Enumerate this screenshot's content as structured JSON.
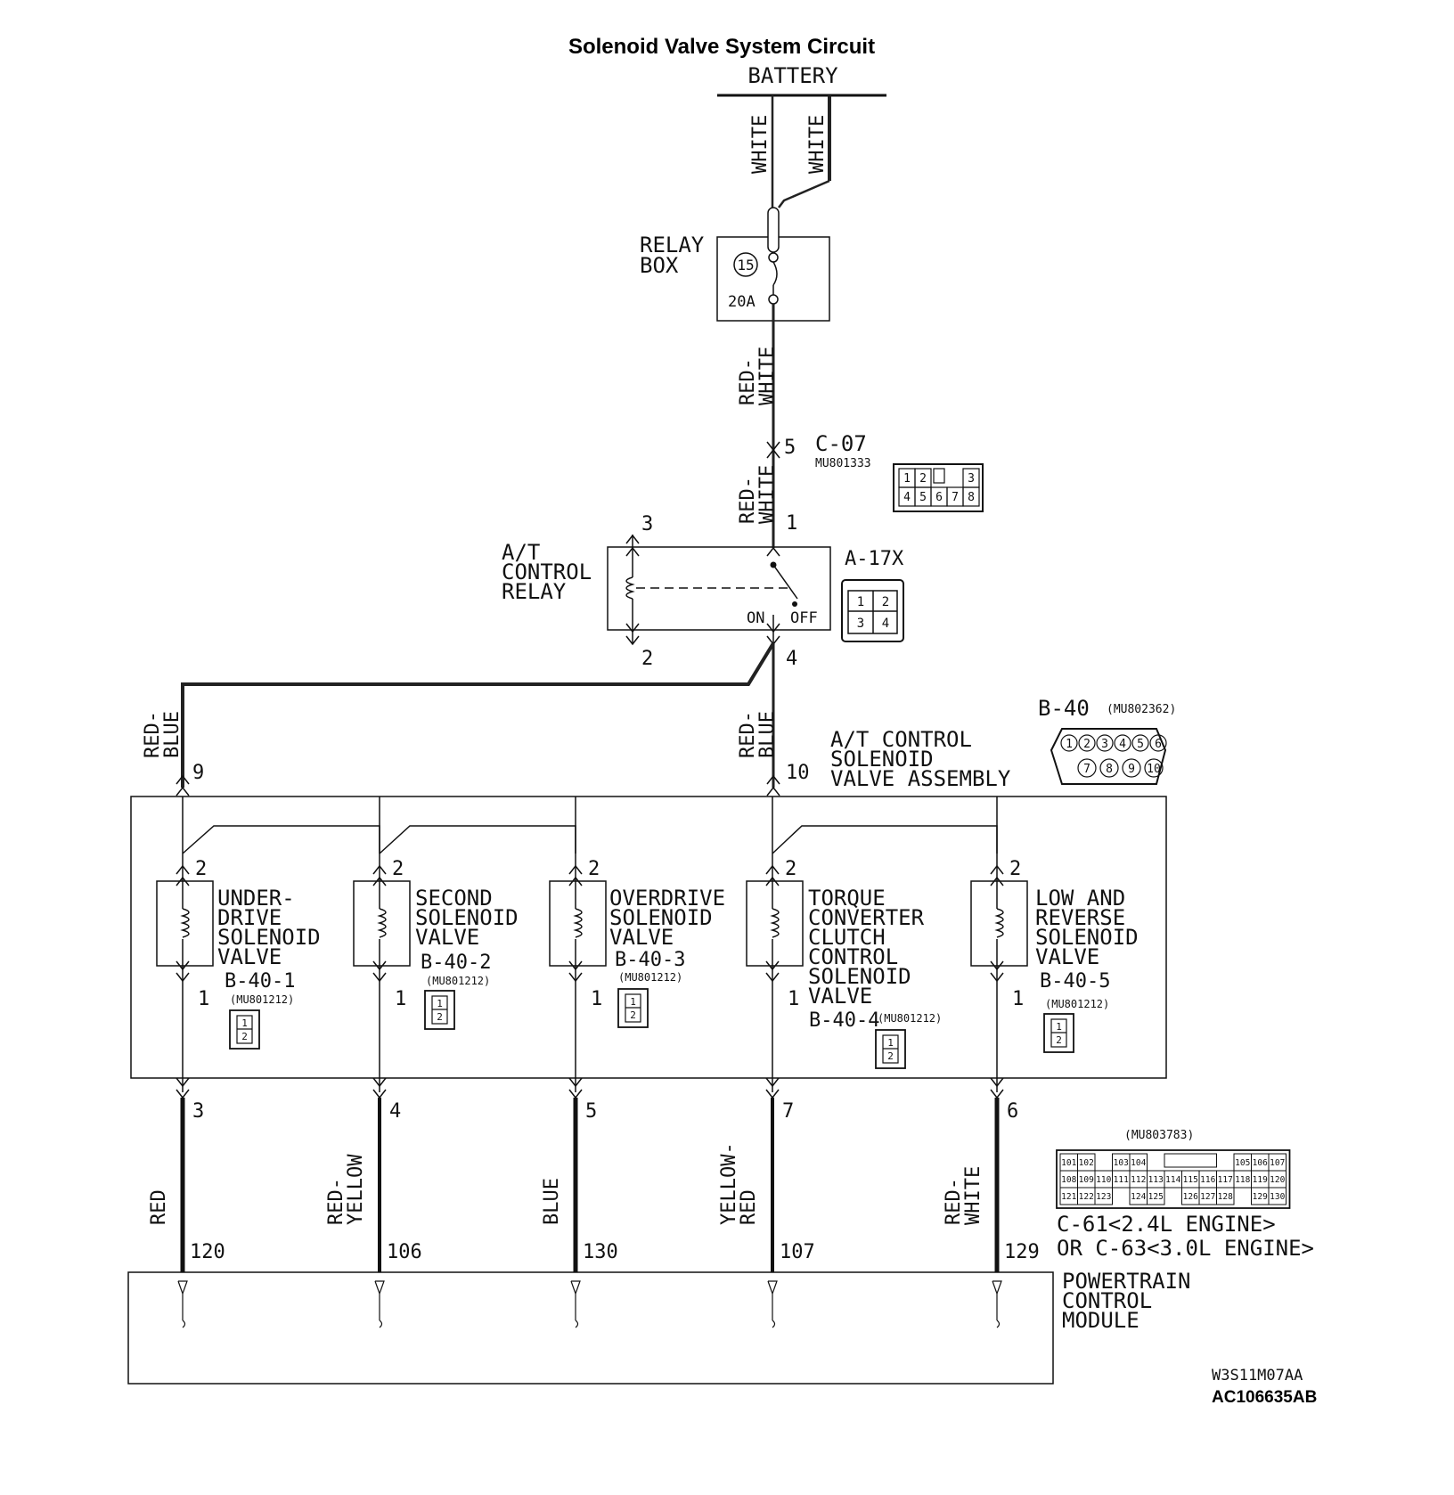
{
  "title": "Solenoid Valve System Circuit",
  "battery": "BATTERY",
  "wires": {
    "battery_left": "WHITE",
    "battery_right": "WHITE",
    "relay_box_out": "RED-WHITE",
    "c07_out": "RED-WHITE",
    "relay_to_9": "RED-BLUE",
    "relay_to_10": "RED-BLUE"
  },
  "relay_box": {
    "label_line1": "RELAY",
    "label_line2": "BOX",
    "fuse_number": "15",
    "fuse_rating": "20A"
  },
  "c07": {
    "pin": "5",
    "name": "C-07",
    "part": "MU801333",
    "pins_row1": [
      "1",
      "2",
      "3"
    ],
    "pins_row2": [
      "4",
      "5",
      "6",
      "7",
      "8"
    ]
  },
  "relay": {
    "label": [
      "A/T",
      "CONTROL",
      "RELAY"
    ],
    "pin_top_left": "3",
    "pin_top_right": "1",
    "pin_bottom_left": "2",
    "pin_bottom_right": "4",
    "on": "ON",
    "off": "OFF",
    "connector": "A-17X",
    "connector_pins": [
      "1",
      "2",
      "3",
      "4"
    ]
  },
  "assembly": {
    "label": [
      "A/T CONTROL",
      "SOLENOID",
      "VALVE ASSEMBLY"
    ],
    "connector": "B-40",
    "part": "(MU802362)",
    "pins_row1": [
      "1",
      "2",
      "3",
      "4",
      "5",
      "6"
    ],
    "pins_row2": [
      "7",
      "8",
      "9",
      "10"
    ],
    "in_pin_left": "9",
    "in_pin_right": "10"
  },
  "valves": [
    {
      "label": [
        "UNDER-",
        "DRIVE",
        "SOLENOID",
        "VALVE"
      ],
      "connector": "B-40-1",
      "part": "(MU801212)",
      "pin_top": "2",
      "pin_bottom": "1",
      "out_pin": "3",
      "wire": "RED",
      "pcm_pin": "120"
    },
    {
      "label": [
        "SECOND",
        "SOLENOID",
        "VALVE"
      ],
      "connector": "B-40-2",
      "part": "(MU801212)",
      "pin_top": "2",
      "pin_bottom": "1",
      "out_pin": "4",
      "wire": "RED-YELLOW",
      "pcm_pin": "106"
    },
    {
      "label": [
        "OVERDRIVE",
        "SOLENOID",
        "VALVE"
      ],
      "connector": "B-40-3",
      "part": "(MU801212)",
      "pin_top": "2",
      "pin_bottom": "1",
      "out_pin": "5",
      "wire": "BLUE",
      "pcm_pin": "130"
    },
    {
      "label": [
        "TORQUE",
        "CONVERTER",
        "CLUTCH",
        "CONTROL",
        "SOLENOID",
        "VALVE"
      ],
      "connector": "B-40-4",
      "part": "(MU801212)",
      "pin_top": "2",
      "pin_bottom": "1",
      "out_pin": "7",
      "wire": "YELLOW-RED",
      "pcm_pin": "107"
    },
    {
      "label": [
        "LOW AND",
        "REVERSE",
        "SOLENOID",
        "VALVE"
      ],
      "connector": "B-40-5",
      "part": "(MU801212)",
      "pin_top": "2",
      "pin_bottom": "1",
      "out_pin": "6",
      "wire": "RED-WHITE",
      "pcm_pin": "129"
    }
  ],
  "pcm": {
    "label": [
      "POWERTRAIN",
      "CONTROL",
      "MODULE"
    ],
    "part": "(MU803783)",
    "connector_line1": "C-61<2.4L ENGINE>",
    "connector_line2": "OR C-63<3.0L ENGINE>",
    "grid_rows": [
      [
        "101",
        "102",
        "",
        "103",
        "104",
        "",
        "",
        "",
        "",
        "",
        "105",
        "106",
        "107"
      ],
      [
        "108",
        "109",
        "110",
        "111",
        "112",
        "113",
        "114",
        "115",
        "116",
        "117",
        "118",
        "119",
        "120"
      ],
      [
        "121",
        "122",
        "123",
        "",
        "124",
        "125",
        "",
        "126",
        "127",
        "128",
        "",
        "129",
        "130"
      ]
    ]
  },
  "codes": {
    "line1": "W3S11M07AA",
    "line2": "AC106635AB"
  }
}
